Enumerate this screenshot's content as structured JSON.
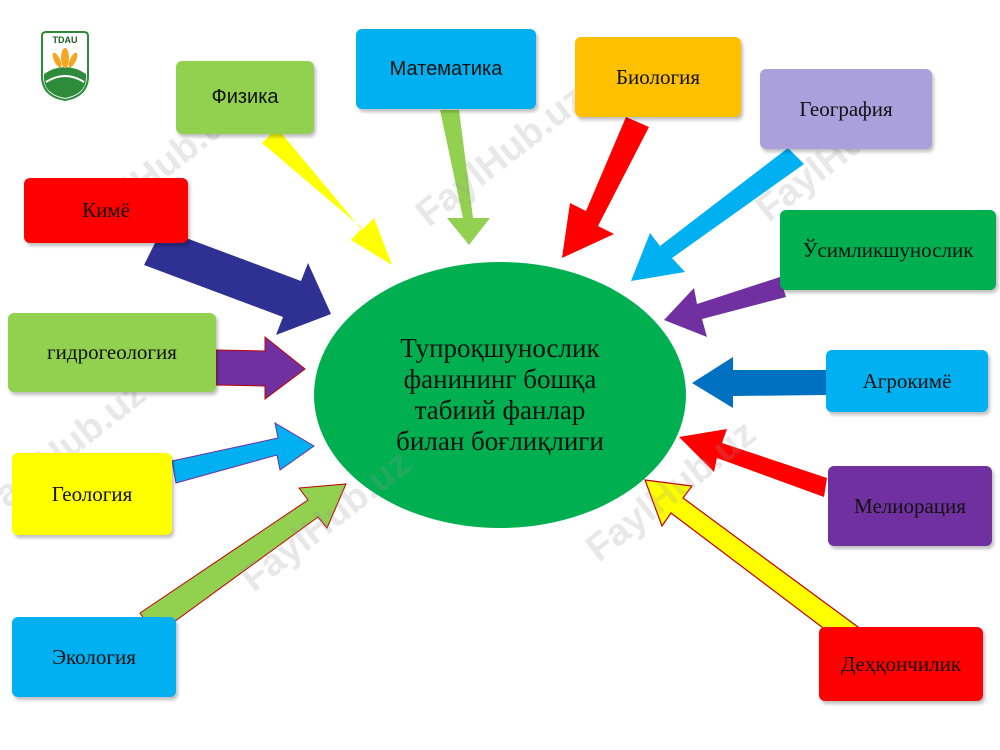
{
  "center": {
    "line1": "Тупроқшунослик",
    "line2": "фанининг бошқа",
    "line3": "табиий фанлар",
    "line4": "билан боғлиқлиги",
    "color": "#00b050"
  },
  "logo": {
    "text": "TDAU"
  },
  "watermark": {
    "text": "FaylHub.uz"
  },
  "nodes": {
    "matematika": {
      "label": "Математика",
      "color": "#00b0f0"
    },
    "fizika": {
      "label": "Физика",
      "color": "#92d050"
    },
    "biologiya": {
      "label": "Биология",
      "color": "#ffc000"
    },
    "geografiya": {
      "label": "География",
      "color": "#a9a0dc"
    },
    "kime": {
      "label": "Кимё",
      "color": "#ff0000"
    },
    "usimlikshunoslik": {
      "label": "Ўсимликшунослик",
      "color": "#00b050"
    },
    "gidrogeologiya": {
      "label": "гидрогеология",
      "color": "#92d050"
    },
    "agrokime": {
      "label": "Агрокимё",
      "color": "#00b0f0"
    },
    "geologiya": {
      "label": "Геология",
      "color": "#ffff00"
    },
    "melioratsiya": {
      "label": "Мелиорация",
      "color": "#7030a0"
    },
    "ekologiya": {
      "label": "Экология",
      "color": "#00b0f0"
    },
    "dehqonchilik": {
      "label": "Деҳқончилик",
      "color": "#ff0000"
    }
  }
}
